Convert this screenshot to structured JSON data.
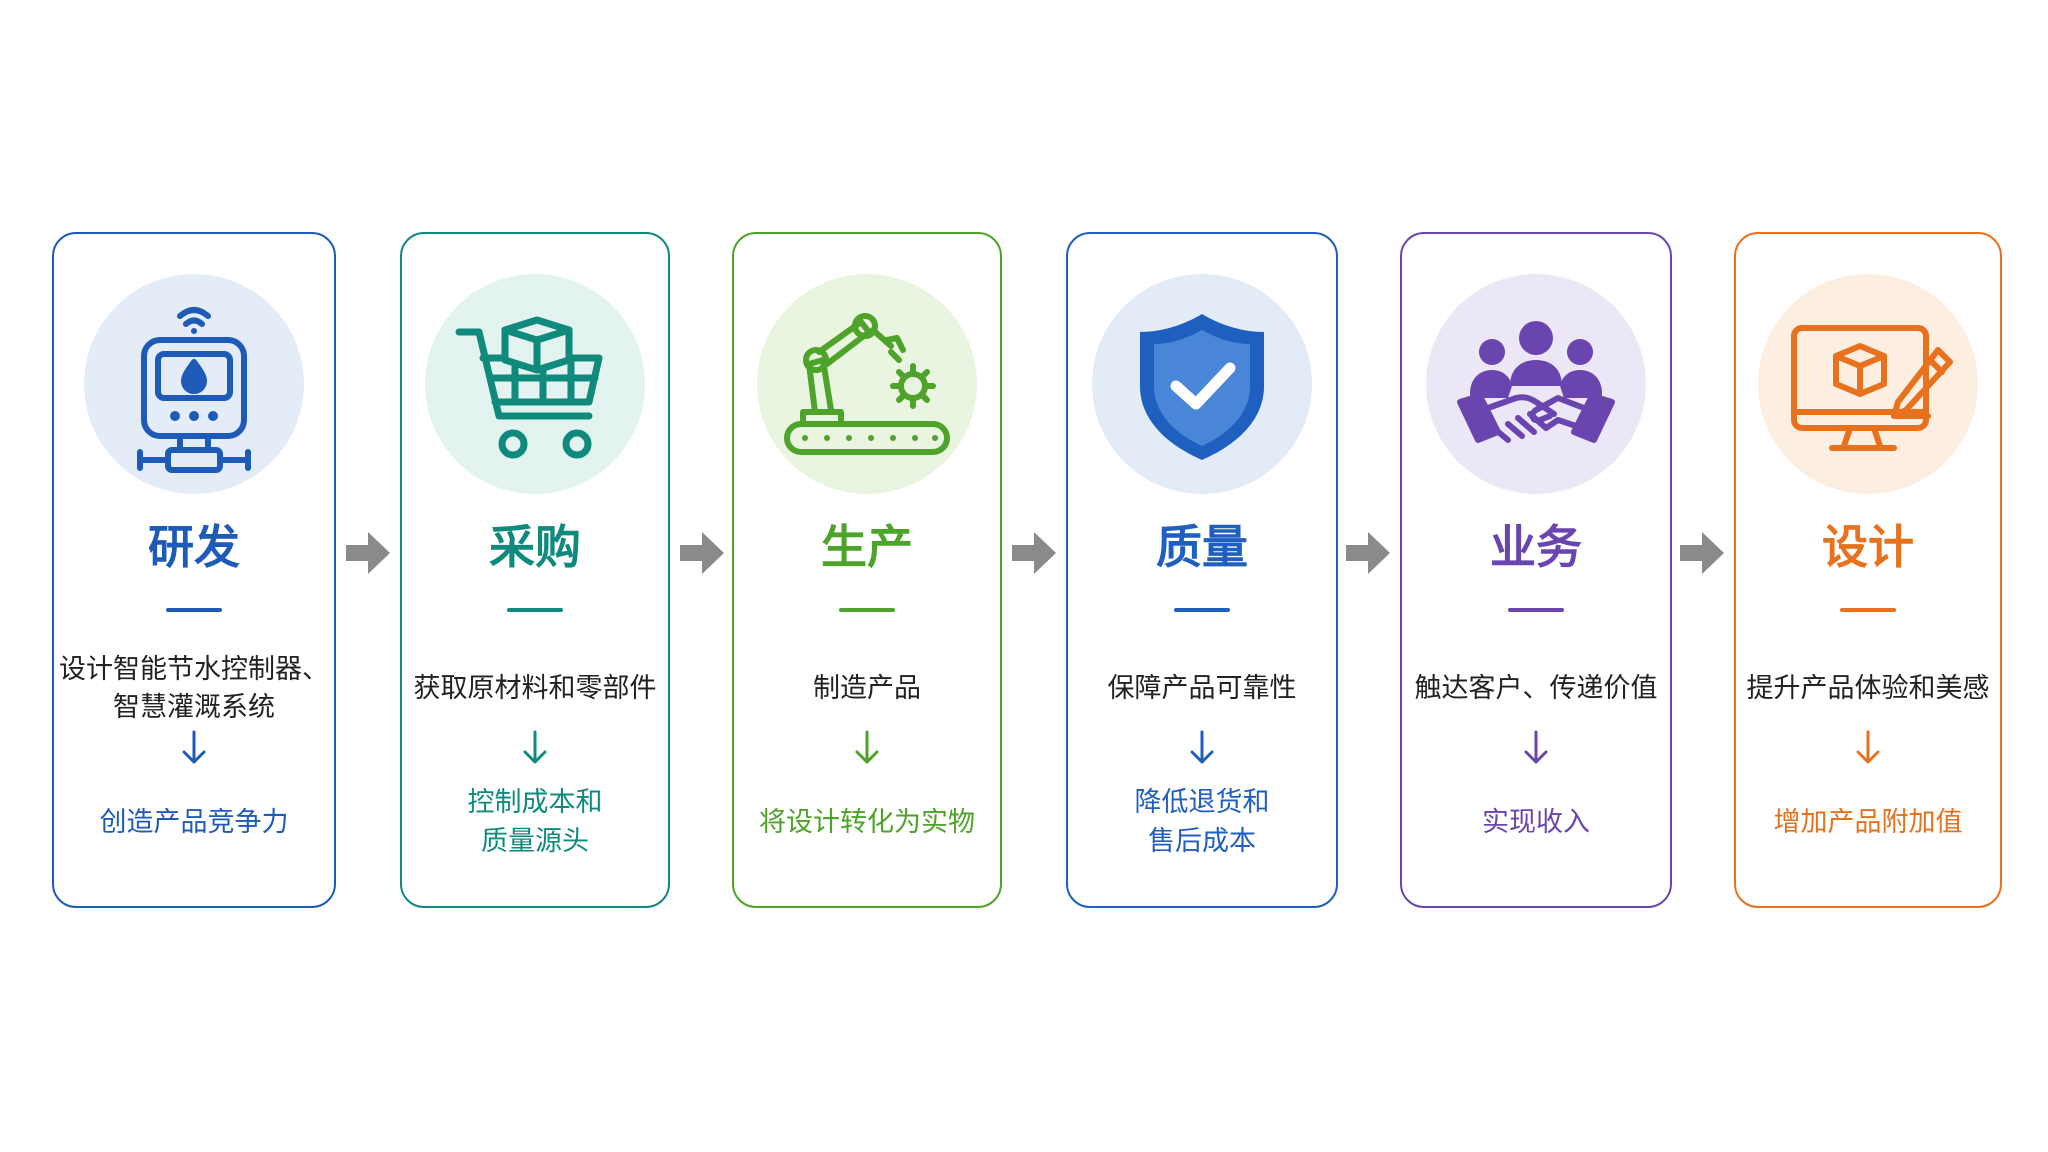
{
  "stages": [
    {
      "title": "研发",
      "desc_lines": [
        "设计智能节水控制器、",
        "智慧灌溉系统"
      ],
      "result_lines": [
        "创造产品竞争力"
      ],
      "icon": "smart-water-controller-icon",
      "color": "#1e5bb8",
      "circle": "#e4ecf7"
    },
    {
      "title": "采购",
      "desc_lines": [
        "获取原材料和零部件"
      ],
      "result_lines": [
        "控制成本和",
        "质量源头"
      ],
      "icon": "shopping-cart-icon",
      "color": "#0f8a7c",
      "circle": "#e3f3ef"
    },
    {
      "title": "生产",
      "desc_lines": [
        "制造产品"
      ],
      "result_lines": [
        "将设计转化为实物"
      ],
      "icon": "robot-arm-icon",
      "color": "#4ea32a",
      "circle": "#e9f4e1"
    },
    {
      "title": "质量",
      "desc_lines": [
        "保障产品可靠性"
      ],
      "result_lines": [
        "降低退货和",
        "售后成本"
      ],
      "icon": "shield-check-icon",
      "color": "#1f5fc0",
      "circle": "#e3ebf7"
    },
    {
      "title": "业务",
      "desc_lines": [
        "触达客户、传递价值"
      ],
      "result_lines": [
        "实现收入"
      ],
      "icon": "handshake-team-icon",
      "color": "#6a45b0",
      "circle": "#ece7f6"
    },
    {
      "title": "设计",
      "desc_lines": [
        "提升产品体验和美感"
      ],
      "result_lines": [
        "增加产品附加值"
      ],
      "icon": "monitor-design-icon",
      "color": "#e8711d",
      "circle": "#fdeee2"
    }
  ],
  "flow_arrow_color": "#8a8a8a"
}
